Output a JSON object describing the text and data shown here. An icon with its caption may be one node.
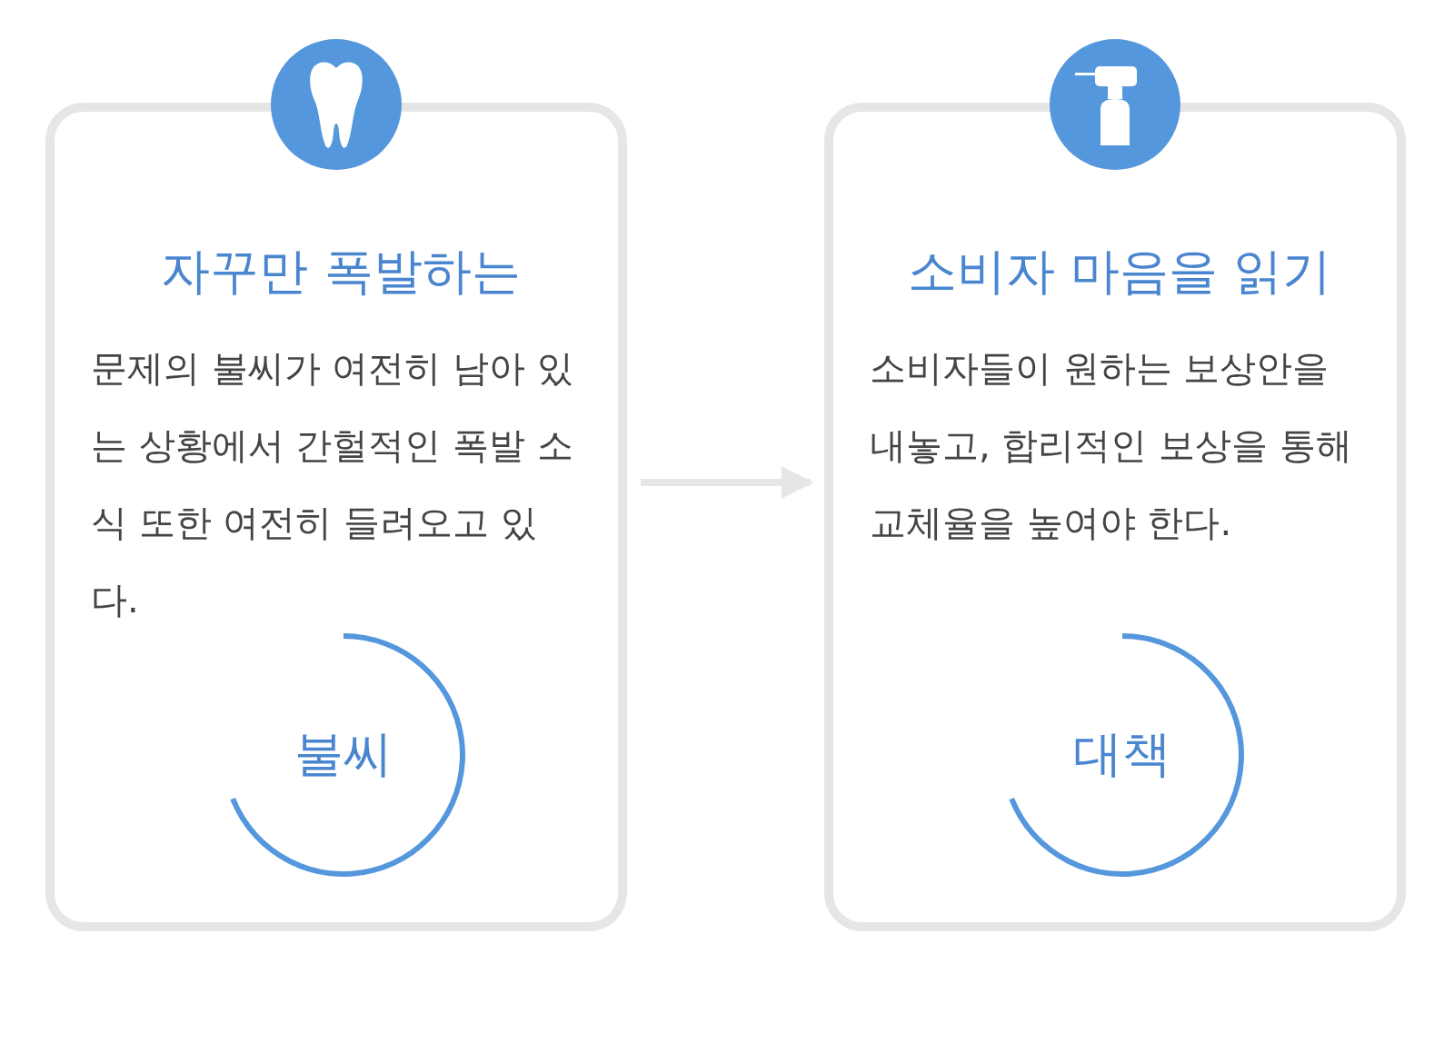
{
  "diagram": {
    "nodes": [
      {
        "text": [
          "자꾸만 폭발하는",
          "문제의 불씨가 여전히 남아 있는 상황에서 간헐적인 폭발 소식 또한 여전히 들려오고 있다."
        ]
      },
      {
        "text": [
          "불씨"
        ],
        "in": 0
      },
      {
        "text": [
          "소비자 마음을 읽기",
          "소비자들이 원하는 보상안을 내놓고, 합리적인 보상을 통해 교체율을 높여야 한다."
        ]
      },
      {
        "text": [
          "대책"
        ],
        "in": 2
      }
    ],
    "edges": [
      {
        "from": 0,
        "to": 2,
        "arrow": "to"
      }
    ]
  }
}
